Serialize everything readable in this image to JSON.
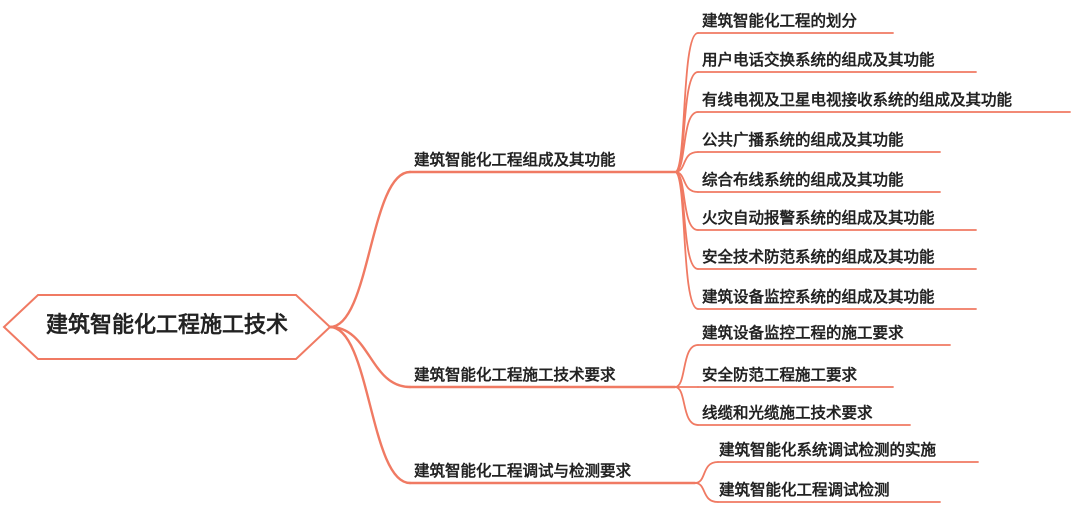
{
  "root": {
    "label": "建筑智能化工程施工技术"
  },
  "branches": [
    {
      "label": "建筑智能化工程组成及其功能",
      "children": [
        {
          "label": "建筑智能化工程的划分"
        },
        {
          "label": "用户电话交换系统的组成及其功能"
        },
        {
          "label": "有线电视及卫星电视接收系统的组成及其功能"
        },
        {
          "label": "公共广播系统的组成及其功能"
        },
        {
          "label": "综合布线系统的组成及其功能"
        },
        {
          "label": "火灾自动报警系统的组成及其功能"
        },
        {
          "label": "安全技术防范系统的组成及其功能"
        },
        {
          "label": "建筑设备监控系统的组成及其功能"
        }
      ]
    },
    {
      "label": "建筑智能化工程施工技术要求",
      "children": [
        {
          "label": "建筑设备监控工程的施工要求"
        },
        {
          "label": "安全防范工程施工要求"
        },
        {
          "label": "线缆和光缆施工技术要求"
        }
      ]
    },
    {
      "label": "建筑智能化工程调试与检测要求",
      "children": [
        {
          "label": "建筑智能化系统调试检测的实施"
        },
        {
          "label": "建筑智能化工程调试检测"
        }
      ]
    }
  ],
  "colors": {
    "line": "#f07a63",
    "text": "#222222",
    "root_border": "#f07a63"
  }
}
